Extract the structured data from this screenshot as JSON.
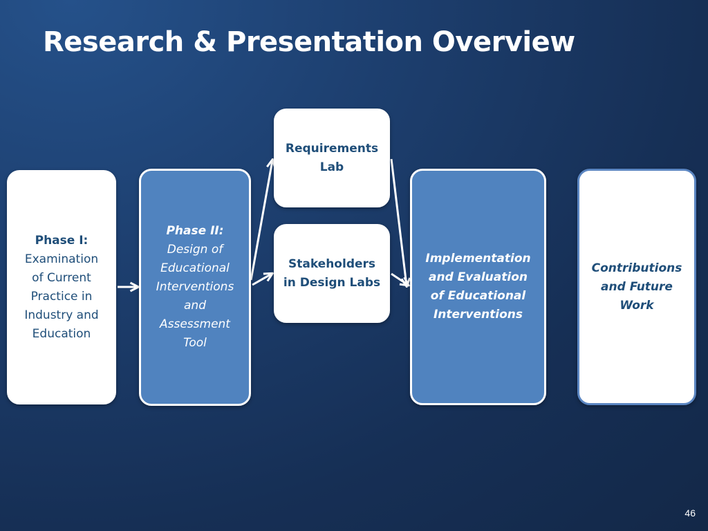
{
  "slide": {
    "title": "Research & Presentation Overview",
    "page_number": "46"
  },
  "phase1": {
    "heading": "Phase I:",
    "lines": [
      "Examination",
      "of Current",
      "Practice in",
      "Industry and",
      "Education"
    ]
  },
  "phase2": {
    "heading": "Phase II:",
    "lines": [
      "Design of",
      "Educational",
      "Interventions",
      "and",
      "Assessment",
      "Tool"
    ]
  },
  "requirements_lab": {
    "lines": [
      "Requirements",
      "Lab"
    ]
  },
  "stakeholders_labs": {
    "lines": [
      "Stakeholders",
      "in Design Labs"
    ]
  },
  "implementation": {
    "lines": [
      "Implementation",
      "and Evaluation",
      "of Educational",
      "Interventions"
    ]
  },
  "contributions": {
    "lines": [
      "Contributions",
      "and Future",
      "Work"
    ]
  },
  "colors": {
    "background": "#1d3f6f",
    "box_blue": "#5083bf",
    "text_navy": "#1f4e79",
    "arrow": "#ffffff"
  }
}
